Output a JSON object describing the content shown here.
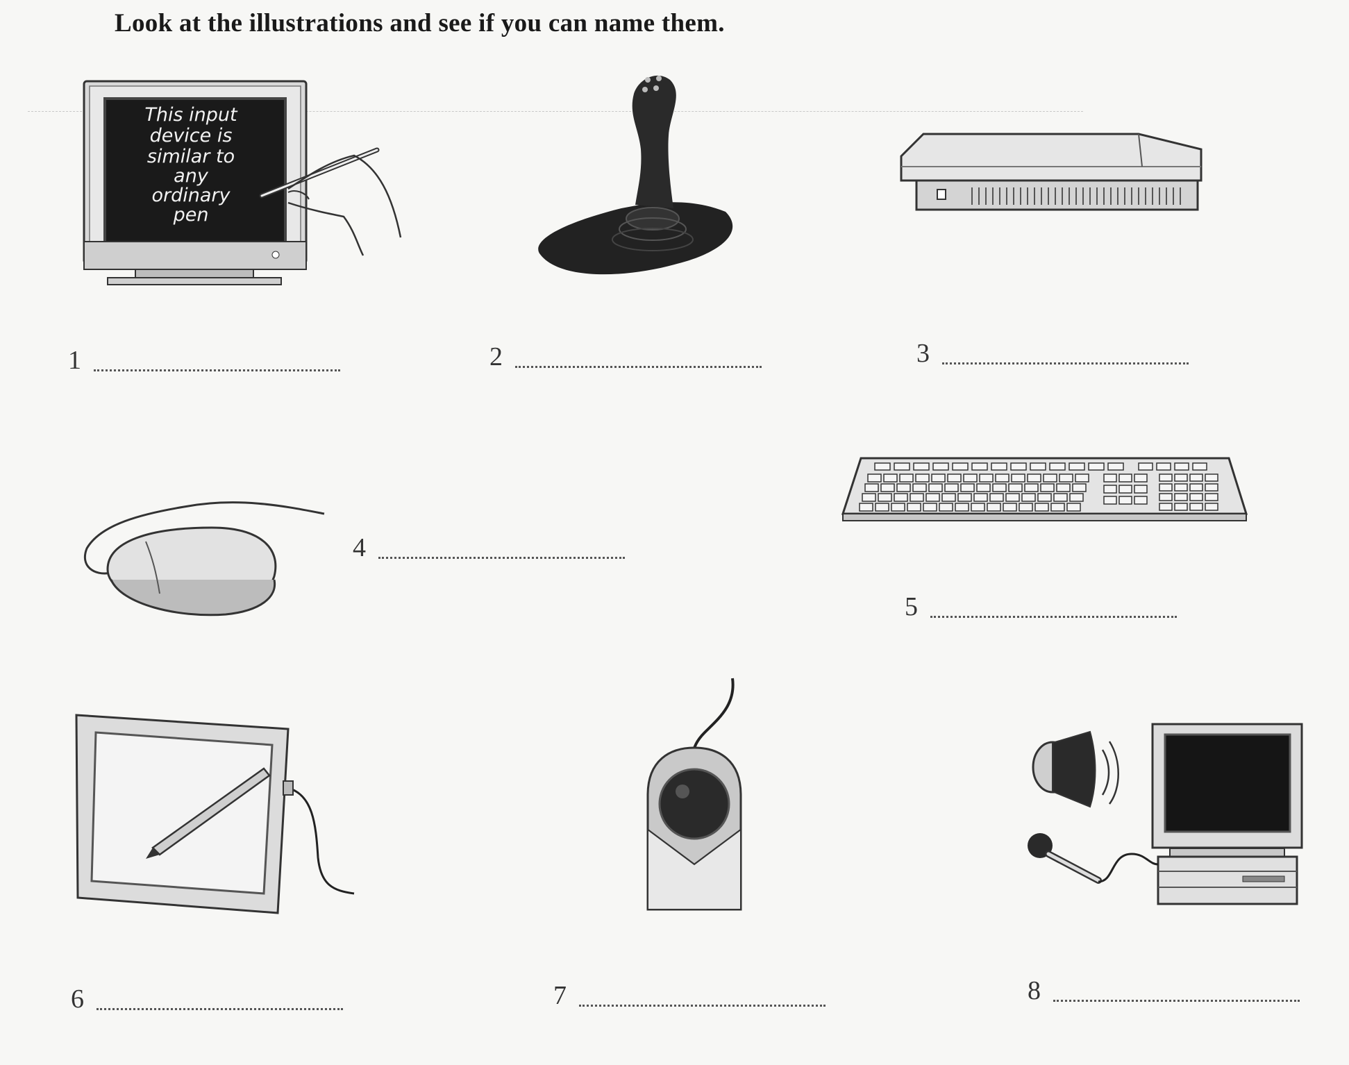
{
  "instruction": "Look at the illustrations and see if you can name them.",
  "items": [
    {
      "number": "1",
      "icon": "light-pen-on-monitor-icon"
    },
    {
      "number": "2",
      "icon": "joystick-icon"
    },
    {
      "number": "3",
      "icon": "scanner-icon"
    },
    {
      "number": "4",
      "icon": "mouse-icon"
    },
    {
      "number": "5",
      "icon": "keyboard-icon"
    },
    {
      "number": "6",
      "icon": "graphics-tablet-icon"
    },
    {
      "number": "7",
      "icon": "trackball-icon"
    },
    {
      "number": "8",
      "icon": "multimedia-pc-icon"
    }
  ],
  "screen_text": [
    "This input",
    "device is",
    "similar to",
    "any",
    "ordinary",
    "pen"
  ]
}
